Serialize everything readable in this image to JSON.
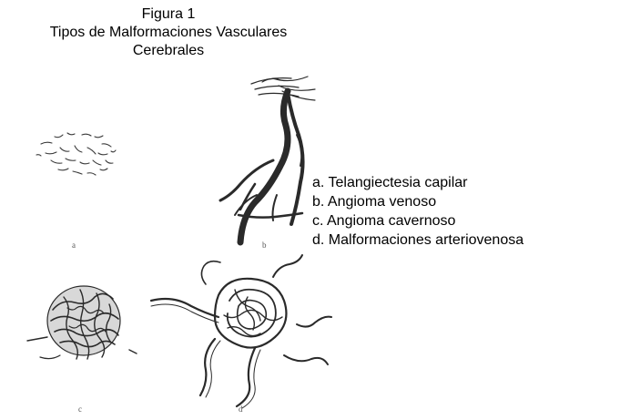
{
  "header": {
    "line1": "Figura 1",
    "line2": "Tipos de Malformaciones Vasculares",
    "line3": "Cerebrales"
  },
  "panels": [
    {
      "label": "a"
    },
    {
      "label": "b"
    },
    {
      "label": "c"
    },
    {
      "label": "d"
    }
  ],
  "legend": {
    "items": [
      "a. Telangiectesia capilar",
      "b. Angioma venoso",
      "c. Angioma cavernoso",
      "d. Malformaciones arteriovenosa"
    ]
  },
  "colors": {
    "ink": "#2a2a2a",
    "text": "#000000"
  }
}
